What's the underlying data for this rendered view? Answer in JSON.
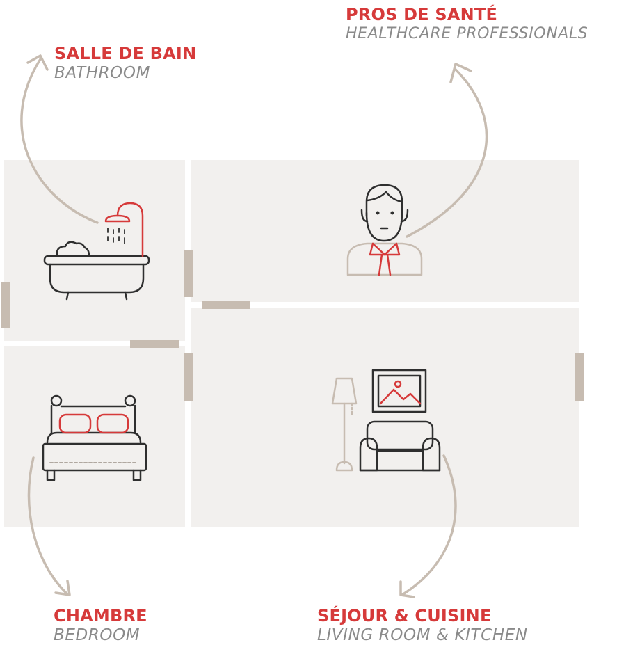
{
  "colors": {
    "accent": "#d63a3a",
    "room_fill": "#f2f0ee",
    "door": "#c7bcb1",
    "arrow": "#c7bcb1",
    "icon_stroke": "#2f2f2f",
    "caption": "#8a8a8a"
  },
  "rooms": {
    "bathroom": {
      "title_fr": "SALLE DE BAIN",
      "title_en": "BATHROOM",
      "icon": "bathtub-icon"
    },
    "healthcare": {
      "title_fr": "PROS DE SANTÉ",
      "title_en": "HEALTHCARE PROFESSIONALS",
      "icon": "doctor-icon"
    },
    "bedroom": {
      "title_fr": "CHAMBRE",
      "title_en": "BEDROOM",
      "icon": "bed-icon"
    },
    "living": {
      "title_fr": "SÉJOUR & CUISINE",
      "title_en": "LIVING ROOM & KITCHEN",
      "icon": "armchair-lamp-icon"
    }
  }
}
